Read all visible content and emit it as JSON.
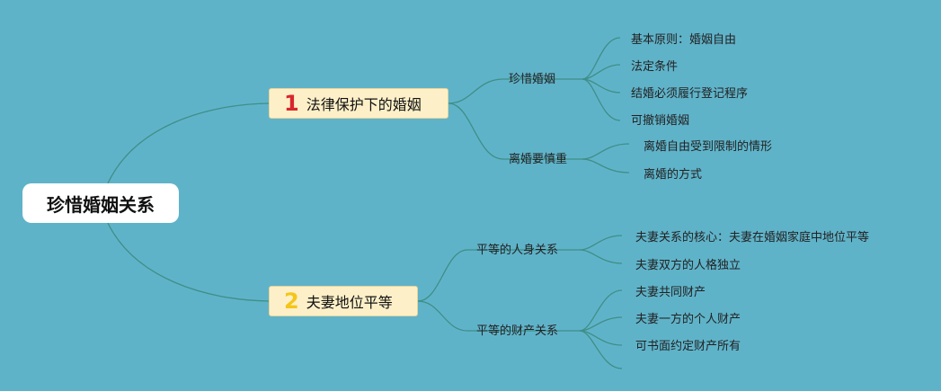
{
  "root": {
    "label": "珍惜婚姻关系"
  },
  "branches": [
    {
      "number": "1",
      "label": "法律保护下的婚姻",
      "children": [
        {
          "label": "珍惜婚姻",
          "leaves": [
            "基本原则：婚姻自由",
            "法定条件",
            "结婚必须履行登记程序",
            "可撤销婚姻"
          ]
        },
        {
          "label": "离婚要慎重",
          "leaves": [
            "离婚自由受到限制的情形",
            "离婚的方式"
          ]
        }
      ]
    },
    {
      "number": "2",
      "label": "夫妻地位平等",
      "children": [
        {
          "label": "平等的人身关系",
          "leaves": [
            "夫妻关系的核心：夫妻在婚姻家庭中地位平等",
            "夫妻双方的人格独立"
          ]
        },
        {
          "label": "平等的财产关系",
          "leaves": [
            "夫妻共同财产",
            "夫妻一方的个人财产",
            "可书面约定财产所有"
          ]
        }
      ]
    }
  ],
  "colors": {
    "background": "#5fb3c9",
    "line": "#3f8f86",
    "branch_fill": "#fdf0c8",
    "number_1": "#d9262c",
    "number_2": "#f5c51a"
  }
}
